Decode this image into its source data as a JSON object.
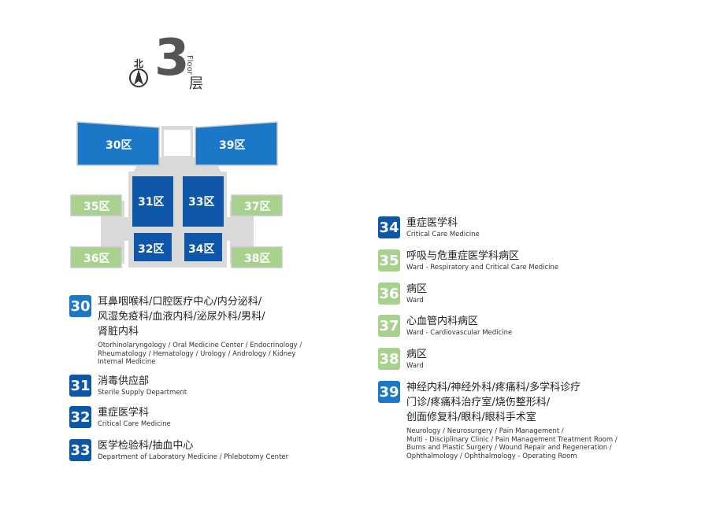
{
  "header": {
    "north": "北",
    "floor_number": "3",
    "floor_en": "Floor",
    "floor_cn": "层"
  },
  "map": {
    "zones": [
      {
        "id": "z30",
        "label": "30区",
        "color": "#1b78c8"
      },
      {
        "id": "z39",
        "label": "39区",
        "color": "#1b78c8"
      },
      {
        "id": "z31",
        "label": "31区",
        "color": "#0d56a8"
      },
      {
        "id": "z33",
        "label": "33区",
        "color": "#0d56a8"
      },
      {
        "id": "z32",
        "label": "32区",
        "color": "#0d56a8"
      },
      {
        "id": "z34",
        "label": "34区",
        "color": "#0d56a8"
      },
      {
        "id": "z35",
        "label": "35区",
        "color": "#a9d18e"
      },
      {
        "id": "z36",
        "label": "36区",
        "color": "#a9d18e"
      },
      {
        "id": "z37",
        "label": "37区",
        "color": "#a9d18e"
      },
      {
        "id": "z38",
        "label": "38区",
        "color": "#a9d18e"
      }
    ],
    "corridor_color": "#d9d9d9"
  },
  "legend": [
    {
      "num": "30",
      "color": "blue",
      "cn": [
        "耳鼻咽喉科/口腔医疗中心/内分泌科/",
        "风湿免疫科/血液内科/泌尿外科/男科/",
        "肾脏内科"
      ],
      "en": [
        "Otorhinolaryngology / Oral Medicine Center / Endocrinology /",
        "Rheumatology / Hematology / Urology / Andrology / Kidney",
        "Internal Medicine"
      ]
    },
    {
      "num": "31",
      "color": "navy",
      "cn": [
        "消毒供应部"
      ],
      "en": [
        "Sterile Supply Department"
      ]
    },
    {
      "num": "32",
      "color": "navy",
      "cn": [
        "重症医学科"
      ],
      "en": [
        "Critical Care Medicine"
      ]
    },
    {
      "num": "33",
      "color": "navy",
      "cn": [
        "医学检验科/抽血中心"
      ],
      "en": [
        "Department of Laboratory Medicine / Phlebotomy Center"
      ]
    },
    {
      "num": "34",
      "color": "navy",
      "cn": [
        "重症医学科"
      ],
      "en": [
        "Critical Care Medicine"
      ]
    },
    {
      "num": "35",
      "color": "green",
      "cn": [
        "呼吸与危重症医学科病区"
      ],
      "en": [
        "Ward - Respiratory and Critical Care Medicine"
      ]
    },
    {
      "num": "36",
      "color": "green",
      "cn": [
        "病区"
      ],
      "en": [
        "Ward"
      ]
    },
    {
      "num": "37",
      "color": "green",
      "cn": [
        "心血管内科病区"
      ],
      "en": [
        "Ward - Cardiovascular Medicine"
      ]
    },
    {
      "num": "38",
      "color": "green",
      "cn": [
        "病区"
      ],
      "en": [
        "Ward"
      ]
    },
    {
      "num": "39",
      "color": "blue",
      "cn": [
        "神经内科/神经外科/疼痛科/多学科诊疗",
        "门诊/疼痛科治疗室/烧伤整形科/",
        "创面修复科/眼科/眼科手术室"
      ],
      "en": [
        "Neurology / Neurosurgery / Pain Management /",
        "Multi - Disciplinary Clinic / Pain Management Treatment Room /",
        "Burns and Plastic Surgery / Wound Repair and Regeneration /",
        "Ophthalmology / Ophthalmology - Operating Room"
      ]
    }
  ]
}
